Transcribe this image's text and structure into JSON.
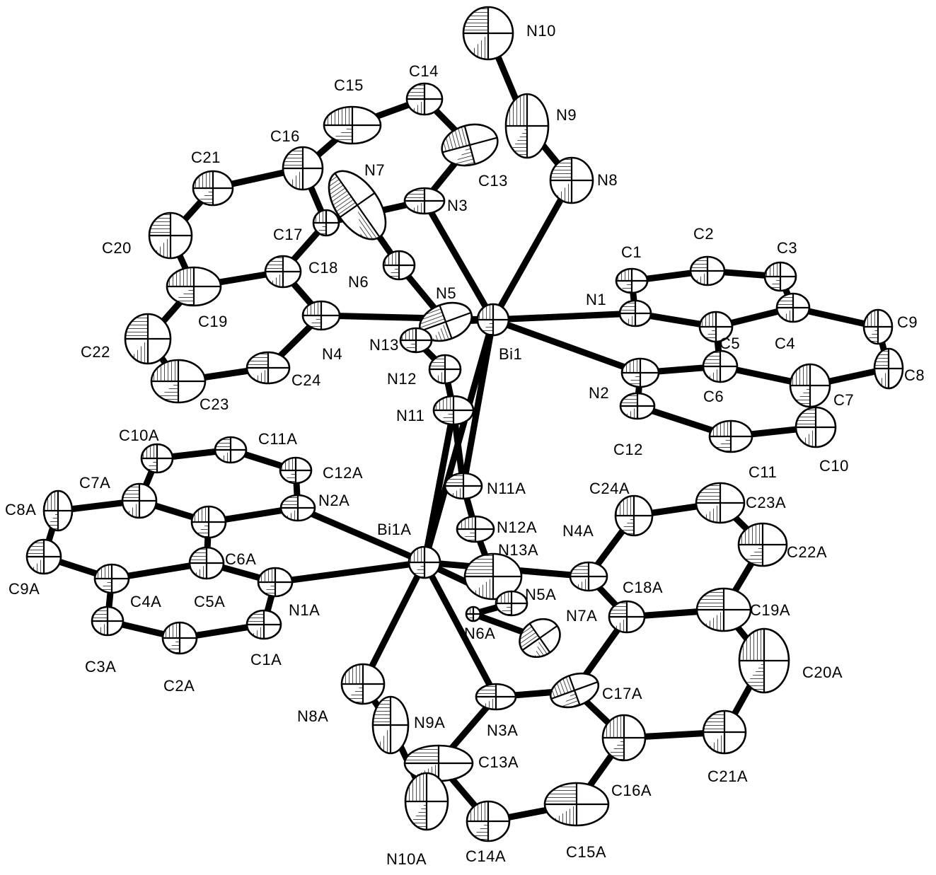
{
  "title": "",
  "labels": {
    "Bi1": "Bi1",
    "Bi1A": "Bi1A",
    "N1": "N1",
    "N2": "N2",
    "N3": "N3",
    "N4": "N4",
    "N5": "N5",
    "N6": "N6",
    "N7": "N7",
    "N8": "N8",
    "N9": "N9",
    "N10": "N10",
    "N11": "N11",
    "N12": "N12",
    "N13": "N13",
    "C1": "C1",
    "C2": "C2",
    "C3": "C3",
    "C4": "C4",
    "C5": "C5",
    "C6": "C6",
    "C7": "C7",
    "C8": "C8",
    "C9": "C9",
    "C10": "C10",
    "C11": "C11",
    "C12": "C12",
    "C13": "C13",
    "C14": "C14",
    "C15": "C15",
    "C16": "C16",
    "C17": "C17",
    "C18": "C18",
    "C19": "C19",
    "C20": "C20",
    "C21": "C21",
    "C22": "C22",
    "C23": "C23",
    "C24": "C24",
    "N1A": "N1A",
    "N2A": "N2A",
    "N3A": "N3A",
    "N4A": "N4A",
    "N5A": "N5A",
    "N6A": "N6A",
    "N7A": "N7A",
    "N8A": "N8A",
    "N9A": "N9A",
    "N10A": "N10A",
    "N11A": "N11A",
    "N12A": "N12A",
    "N13A": "N13A",
    "C1A": "C1A",
    "C2A": "C2A",
    "C3A": "C3A",
    "C4A": "C4A",
    "C5A": "C5A",
    "C6A": "C6A",
    "C7A": "C7A",
    "C8A": "C8A",
    "C9A": "C9A",
    "C10A": "C10A",
    "C11A": "C11A",
    "C12A": "C12A",
    "C13A": "C13A",
    "C14A": "C14A",
    "C15A": "C15A",
    "C16A": "C16A",
    "C17A": "C17A",
    "C18A": "C18A",
    "C19A": "C19A",
    "C20A": "C20A",
    "C21A": "C21A",
    "C22A": "C22A",
    "C23A": "C23A",
    "C24A": "C24A"
  }
}
